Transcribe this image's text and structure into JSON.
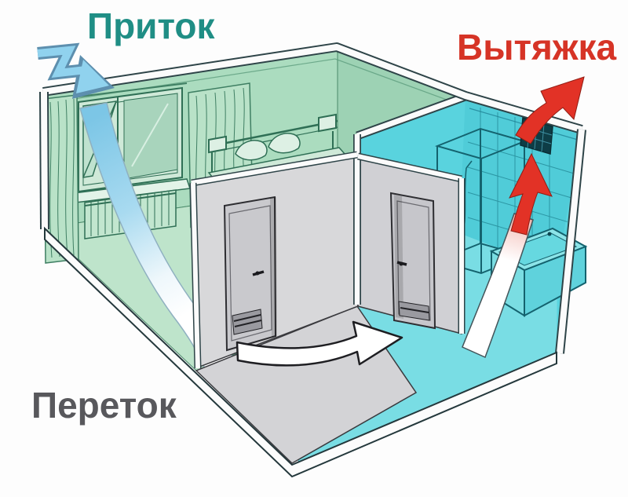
{
  "diagram": {
    "labels": {
      "supply": {
        "text": "Приток",
        "color": "#1f8e85"
      },
      "exhaust": {
        "text": "Вытяжка",
        "color": "#d63426"
      },
      "transfer": {
        "text": "Переток",
        "color": "#58585c"
      }
    },
    "arrows": {
      "supply_arrow_color": "#90d2ee",
      "exhaust_arrow_color": "#e23226",
      "transfer_arrow_color": "#ffffff"
    },
    "rooms": {
      "bedroom_color": "#abdcbf",
      "bathroom_color": "#59d3de",
      "hallway_color": "#d8d8da"
    }
  }
}
